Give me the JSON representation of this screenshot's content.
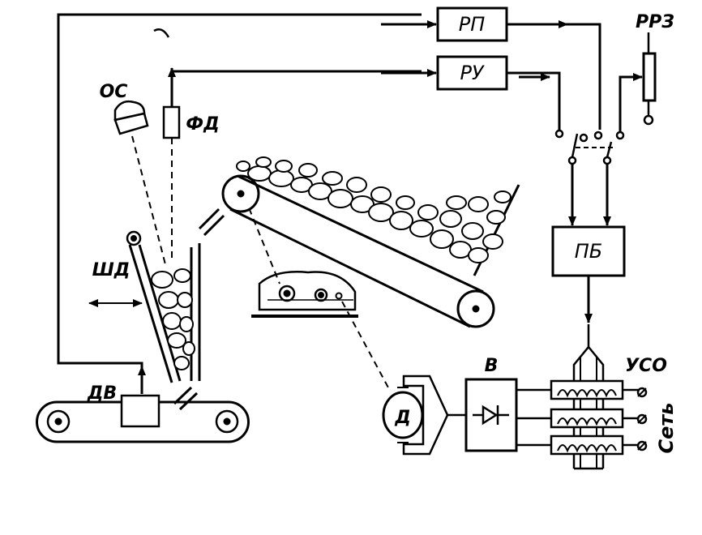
{
  "labels": {
    "rp": "РП",
    "ru": "РУ",
    "prz": "РРЗ",
    "os": "ОС",
    "fd": "ФД",
    "shd": "ШД",
    "dv": "ДВ",
    "pb": "ПБ",
    "v": "В",
    "uso": "УСО",
    "d": "Д",
    "set": "Сеть"
  },
  "colors": {
    "ink": "#000000",
    "paper": "#ffffff"
  }
}
